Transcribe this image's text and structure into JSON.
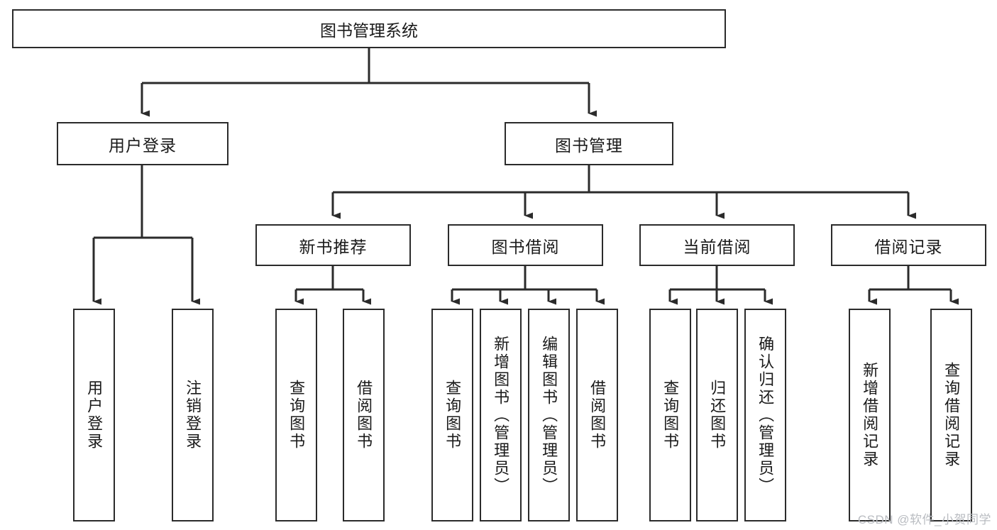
{
  "diagram": {
    "type": "tree-hierarchy",
    "title": "图书管理系统",
    "orientation": "top-down",
    "line_color": "#2b2b2b",
    "box_fill": "#ffffff",
    "text_color": "#1a1a1a"
  },
  "root": {
    "label": "图书管理系统"
  },
  "level2": [
    {
      "label": "用户登录"
    },
    {
      "label": "图书管理"
    }
  ],
  "level3": [
    {
      "label": "新书推荐"
    },
    {
      "label": "图书借阅"
    },
    {
      "label": "当前借阅"
    },
    {
      "label": "借阅记录"
    }
  ],
  "leaves": {
    "user_login": [
      {
        "label": "用户登录"
      },
      {
        "label": "注销登录"
      }
    ],
    "new_book_recommend": [
      {
        "label": "查询图书"
      },
      {
        "label": "借阅图书"
      }
    ],
    "book_borrow": [
      {
        "label": "查询图书"
      },
      {
        "label": "新增图书（管理员）"
      },
      {
        "label": "编辑图书（管理员）"
      },
      {
        "label": "借阅图书"
      }
    ],
    "current_borrow": [
      {
        "label": "查询图书"
      },
      {
        "label": "归还图书"
      },
      {
        "label": "确认归还（管理员）"
      }
    ],
    "borrow_record": [
      {
        "label": "新增借阅记录"
      },
      {
        "label": "查询借阅记录"
      }
    ]
  },
  "watermark": {
    "text": "CSDN @软件_小贺同学"
  }
}
